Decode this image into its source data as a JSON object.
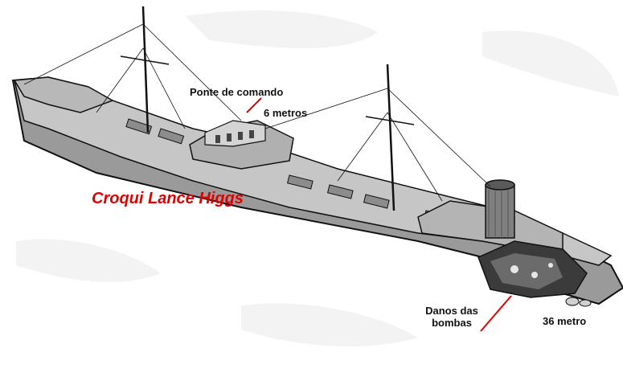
{
  "title": "Croqui Lance Higgs",
  "labels": {
    "bridge": "Ponte de comando",
    "depth_bridge": "6 metros",
    "damage_line1": "Danos das",
    "damage_line2": "bombas",
    "depth_stern": "36 metro"
  },
  "colors": {
    "hull": "#9a9a9a",
    "deck": "#c6c6c6",
    "annotation_line": "#e00000",
    "title": "#e00000"
  }
}
